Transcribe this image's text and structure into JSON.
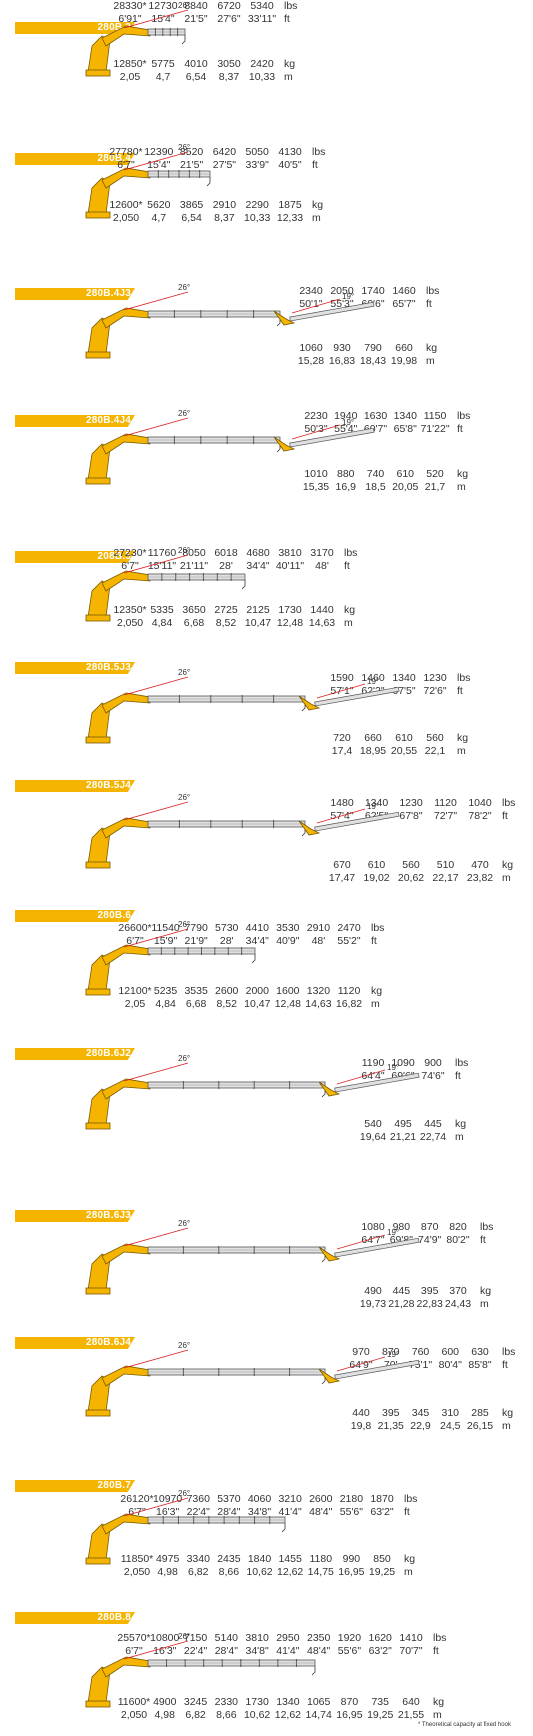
{
  "colors": {
    "accent": "#f5b400",
    "boom": "#e0e0e0",
    "boom_stroke": "#555555",
    "angle_line": "#d92020",
    "text": "#333333"
  },
  "footnote": "* Theoretical capacity at fixed hook",
  "models": [
    {
      "name": "280B.3",
      "lbs": [
        "28330*",
        "12730",
        "8840",
        "6720",
        "5340"
      ],
      "ft": [
        "6'91\"",
        "15'4\"",
        "21'5\"",
        "27'6\"",
        "33'11\""
      ],
      "kg": [
        "12850*",
        "5775",
        "4010",
        "3050",
        "2420"
      ],
      "m": [
        "2,05",
        "4,7",
        "6,54",
        "8,37",
        "10,33"
      ],
      "angles": [
        "26°"
      ],
      "unit_lbs": "lbs",
      "unit_ft": "ft",
      "unit_kg": "kg",
      "unit_m": "m"
    },
    {
      "name": "280B.4",
      "lbs": [
        "27780*",
        "12390",
        "8520",
        "6420",
        "5050",
        "4130"
      ],
      "ft": [
        "6'7\"",
        "15'4\"",
        "21'5\"",
        "27'5\"",
        "33'9\"",
        "40'5\""
      ],
      "kg": [
        "12600*",
        "5620",
        "3865",
        "2910",
        "2290",
        "1875"
      ],
      "m": [
        "2,050",
        "4,7",
        "6,54",
        "8,37",
        "10,33",
        "12,33"
      ],
      "angles": [
        "26°"
      ],
      "unit_lbs": "lbs",
      "unit_ft": "ft",
      "unit_kg": "kg",
      "unit_m": "m"
    },
    {
      "name": "280B.4J3",
      "lbs": [
        "2340",
        "2050",
        "1740",
        "1460"
      ],
      "ft": [
        "50'1\"",
        "55'3\"",
        "60'6\"",
        "65'7\""
      ],
      "kg": [
        "1060",
        "930",
        "790",
        "660"
      ],
      "m": [
        "15,28",
        "16,83",
        "18,43",
        "19,98"
      ],
      "angles": [
        "26°",
        "19°"
      ],
      "unit_lbs": "lbs",
      "unit_ft": "ft",
      "unit_kg": "kg",
      "unit_m": "m"
    },
    {
      "name": "280B.4J4",
      "lbs": [
        "2230",
        "1940",
        "1630",
        "1340",
        "1150"
      ],
      "ft": [
        "50'3\"",
        "55'4\"",
        "60'7\"",
        "65'8\"",
        "71'22\""
      ],
      "kg": [
        "1010",
        "880",
        "740",
        "610",
        "520"
      ],
      "m": [
        "15,35",
        "16,9",
        "18,5",
        "20,05",
        "21,7"
      ],
      "angles": [
        "26°",
        "19°"
      ],
      "unit_lbs": "lbs",
      "unit_ft": "ft",
      "unit_kg": "kg",
      "unit_m": "m"
    },
    {
      "name": "208B.5",
      "lbs": [
        "27230*",
        "11760",
        "8050",
        "6018",
        "4680",
        "3810",
        "3170"
      ],
      "ft": [
        "6'7\"",
        "15'11\"",
        "21'11\"",
        "28'",
        "34'4\"",
        "40'11\"",
        "48'"
      ],
      "kg": [
        "12350*",
        "5335",
        "3650",
        "2725",
        "2125",
        "1730",
        "1440"
      ],
      "m": [
        "2,050",
        "4,84",
        "6,68",
        "8,52",
        "10,47",
        "12,48",
        "14,63"
      ],
      "angles": [
        "26°"
      ],
      "unit_lbs": "lbs",
      "unit_ft": "ft",
      "unit_kg": "kg",
      "unit_m": "m"
    },
    {
      "name": "280B.5J3",
      "lbs": [
        "1590",
        "1460",
        "1340",
        "1230"
      ],
      "ft": [
        "57'1\"",
        "62'2\"",
        "67'5\"",
        "72'6\""
      ],
      "kg": [
        "720",
        "660",
        "610",
        "560"
      ],
      "m": [
        "17,4",
        "18,95",
        "20,55",
        "22,1"
      ],
      "angles": [
        "26°",
        "19°"
      ],
      "unit_lbs": "lbs",
      "unit_ft": "ft",
      "unit_kg": "kg",
      "unit_m": "m"
    },
    {
      "name": "280B.5J4",
      "lbs": [
        "1480",
        "1340",
        "1230",
        "1120",
        "1040"
      ],
      "ft": [
        "57'4\"",
        "62'5\"",
        "67'8\"",
        "72'7\"",
        "78'2\""
      ],
      "kg": [
        "670",
        "610",
        "560",
        "510",
        "470"
      ],
      "m": [
        "17,47",
        "19,02",
        "20,62",
        "22,17",
        "23,82"
      ],
      "angles": [
        "26°",
        "19°"
      ],
      "unit_lbs": "lbs",
      "unit_ft": "ft",
      "unit_kg": "kg",
      "unit_m": "m"
    },
    {
      "name": "280B.6",
      "lbs": [
        "26600*",
        "11540",
        "7790",
        "5730",
        "4410",
        "3530",
        "2910",
        "2470"
      ],
      "ft": [
        "6'7\"",
        "15'9\"",
        "21'9\"",
        "28'",
        "34'4\"",
        "40'9\"",
        "48'",
        "55'2\""
      ],
      "kg": [
        "12100*",
        "5235",
        "3535",
        "2600",
        "2000",
        "1600",
        "1320",
        "1120"
      ],
      "m": [
        "2,05",
        "4,84",
        "6,68",
        "8,52",
        "10,47",
        "12,48",
        "14,63",
        "16,82"
      ],
      "angles": [
        "26°"
      ],
      "unit_lbs": "lbs",
      "unit_ft": "ft",
      "unit_kg": "kg",
      "unit_m": "m"
    },
    {
      "name": "280B.6J2",
      "lbs": [
        "1190",
        "1090",
        "900"
      ],
      "ft": [
        "64'4\"",
        "69'6\"",
        "74'6\""
      ],
      "kg": [
        "540",
        "495",
        "445"
      ],
      "m": [
        "19,64",
        "21,21",
        "22,74"
      ],
      "angles": [
        "26°",
        "19°"
      ],
      "unit_lbs": "lbs",
      "unit_ft": "ft",
      "unit_kg": "kg",
      "unit_m": "m"
    },
    {
      "name": "280B.6J3",
      "lbs": [
        "1080",
        "980",
        "870",
        "820"
      ],
      "ft": [
        "64'7\"",
        "69'8\"",
        "74'9\"",
        "80'2\""
      ],
      "kg": [
        "490",
        "445",
        "395",
        "370"
      ],
      "m": [
        "19,73",
        "21,28",
        "22,83",
        "24,43"
      ],
      "angles": [
        "26°",
        "19°"
      ],
      "unit_lbs": "lbs",
      "unit_ft": "ft",
      "unit_kg": "kg",
      "unit_m": "m"
    },
    {
      "name": "280B.6J4",
      "lbs": [
        "970",
        "870",
        "760",
        "600",
        "630"
      ],
      "ft": [
        "64'9\"",
        "70'",
        "75'1\"",
        "80'4\"",
        "85'8\""
      ],
      "kg": [
        "440",
        "395",
        "345",
        "310",
        "285"
      ],
      "m": [
        "19,8",
        "21,35",
        "22,9",
        "24,5",
        "26,15"
      ],
      "angles": [
        "26°",
        "19°"
      ],
      "unit_lbs": "lbs",
      "unit_ft": "ft",
      "unit_kg": "kg",
      "unit_m": "m"
    },
    {
      "name": "280B.7",
      "lbs": [
        "26120*",
        "10970",
        "7360",
        "5370",
        "4060",
        "3210",
        "2600",
        "2180",
        "1870"
      ],
      "ft": [
        "6'7\"",
        "16'3\"",
        "22'4\"",
        "28'4\"",
        "34'8\"",
        "41'4\"",
        "48'4\"",
        "55'6\"",
        "63'2\""
      ],
      "kg": [
        "11850*",
        "4975",
        "3340",
        "2435",
        "1840",
        "1455",
        "1180",
        "990",
        "850"
      ],
      "m": [
        "2,050",
        "4,98",
        "6,82",
        "8,66",
        "10,62",
        "12,62",
        "14,75",
        "16,95",
        "19,25"
      ],
      "angles": [
        "26°"
      ],
      "unit_lbs": "lbs",
      "unit_ft": "ft",
      "unit_kg": "kg",
      "unit_m": "m"
    },
    {
      "name": "280B.8",
      "lbs": [
        "25570*",
        "10800",
        "7150",
        "5140",
        "3810",
        "2950",
        "2350",
        "1920",
        "1620",
        "1410"
      ],
      "ft": [
        "6'7\"",
        "16'3\"",
        "22'4\"",
        "28'4\"",
        "34'8\"",
        "41'4\"",
        "48'4\"",
        "55'6\"",
        "63'2\"",
        "70'7\""
      ],
      "kg": [
        "11600*",
        "4900",
        "3245",
        "2330",
        "1730",
        "1340",
        "1065",
        "870",
        "735",
        "640"
      ],
      "m": [
        "2,050",
        "4,98",
        "6,82",
        "8,66",
        "10,62",
        "12,62",
        "14,74",
        "16,95",
        "19,25",
        "21,55"
      ],
      "angles": [
        "26°"
      ],
      "unit_lbs": "lbs",
      "unit_ft": "ft",
      "unit_kg": "kg",
      "unit_m": "m"
    }
  ]
}
